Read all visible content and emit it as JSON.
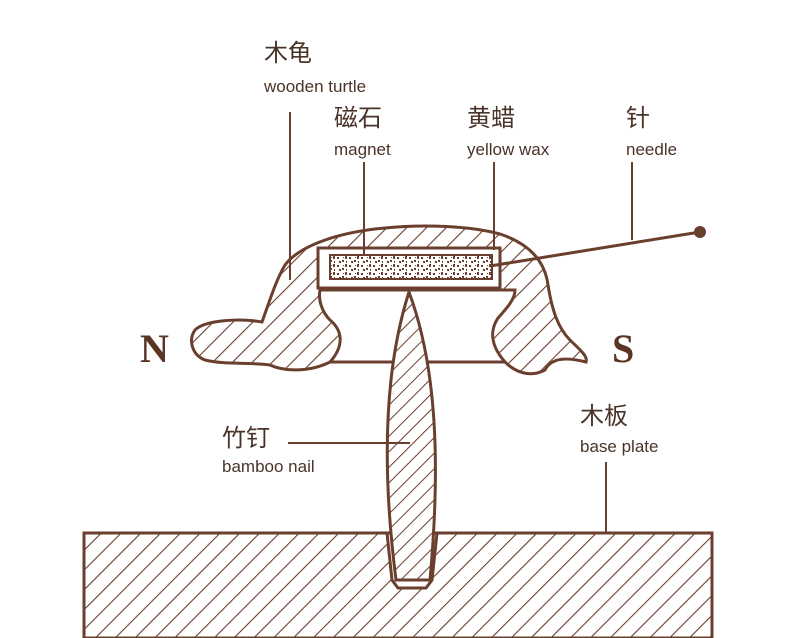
{
  "colors": {
    "stroke": "#6b3f2e",
    "text": "#4a3328",
    "pole": "#5a3526"
  },
  "labels": {
    "turtle": {
      "zh": "木龟",
      "en": "wooden turtle"
    },
    "magnet": {
      "zh": "磁石",
      "en": "magnet"
    },
    "wax": {
      "zh": "黄蜡",
      "en": "yellow wax"
    },
    "needle": {
      "zh": "针",
      "en": "needle"
    },
    "nail": {
      "zh": "竹钉",
      "en": "bamboo nail"
    },
    "base": {
      "zh": "木板",
      "en": "base plate"
    }
  },
  "poles": {
    "north": "N",
    "south": "S"
  }
}
